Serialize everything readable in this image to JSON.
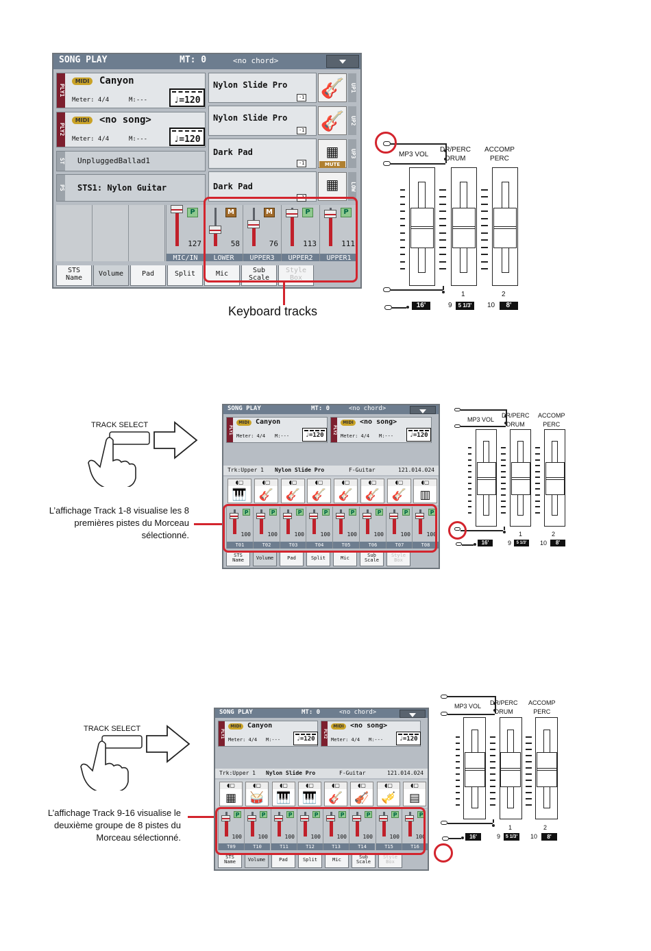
{
  "screen1": {
    "title": "SONG PLAY",
    "mt": "MT: 0",
    "chord": "<no chord>",
    "ply1": {
      "tag": "PLY1",
      "midi": "MIDI",
      "song": "Canyon",
      "meter": "Meter: 4/4",
      "m": "M:---",
      "tempo": "♩=120"
    },
    "ply2": {
      "tag": "PLY2",
      "midi": "MIDI",
      "song": "<no song>",
      "meter": "Meter: 4/4",
      "m": "M:---",
      "tempo": "♩=120"
    },
    "st": {
      "tag": "ST",
      "name": "UnpluggedBallad1"
    },
    "ps": {
      "tag": "PS",
      "name": "STS1: Nylon Guitar"
    },
    "sounds": [
      {
        "name": "Nylon Slide Pro",
        "oct": "-1",
        "tag": "UP1",
        "icon": "guitar-icon"
      },
      {
        "name": "Nylon Slide Pro",
        "oct": "-1",
        "tag": "UP2",
        "icon": "guitar-icon"
      },
      {
        "name": "Dark Pad",
        "oct": "-1",
        "tag": "UP3",
        "icon": "pad-icon",
        "mute": "MUTE"
      },
      {
        "name": "Dark Pad",
        "oct": "-1",
        "tag": "LOW",
        "icon": "pad-icon"
      }
    ],
    "channels": [
      {
        "name": "MIC/IN",
        "value": "127",
        "btn": "P",
        "level": 1.0
      },
      {
        "name": "LOWER",
        "value": "58",
        "btn": "M",
        "level": 0.46
      },
      {
        "name": "UPPER3",
        "value": "76",
        "btn": "M",
        "level": 0.6
      },
      {
        "name": "UPPER2",
        "value": "113",
        "btn": "P",
        "level": 0.89
      },
      {
        "name": "UPPER1",
        "value": "111",
        "btn": "P",
        "level": 0.87
      }
    ],
    "tabs": [
      "STS\nName",
      "Volume",
      "Pad",
      "Split",
      "Mic",
      "Sub\nScale",
      "Style\nBox"
    ]
  },
  "keyboard_tracks_label": "Keyboard tracks",
  "panel": {
    "mp3": "MP3 VOL",
    "drum": "DR/PERC\nDRUM",
    "accomp": "ACCOMP\nPERC",
    "n1": "1",
    "n2": "2",
    "n9": "9",
    "n10": "10",
    "b16": "16'",
    "b513": "5 1/3'",
    "b8": "8'"
  },
  "track_select": "TRACK SELECT",
  "screen2": {
    "title": "SONG PLAY",
    "mt": "MT: 0",
    "chord": "<no chord>",
    "ply1": {
      "tag": "PLY1",
      "midi": "MIDI",
      "song": "Canyon",
      "meter": "Meter: 4/4",
      "m": "M:---",
      "tempo": "♩=120"
    },
    "ply2": {
      "tag": "PLY2",
      "midi": "MIDI",
      "song": "<no song>",
      "meter": "Meter: 4/4",
      "m": "M:---",
      "tempo": "♩=120"
    },
    "trk": "Trk:Upper 1",
    "sound": "Nylon Slide Pro",
    "bank": "F-Guitar",
    "prog": "121.014.024",
    "tracks": [
      "T01",
      "T02",
      "T03",
      "T04",
      "T05",
      "T06",
      "T07",
      "T08"
    ],
    "value": "100",
    "tabs": [
      "STS\nName",
      "Volume",
      "Pad",
      "Split",
      "Mic",
      "Sub\nScale",
      "Style\nBox"
    ]
  },
  "caption2": "L’affichage Track 1-8 visualise les 8 premières pistes du Morceau sélectionné.",
  "screen3": {
    "title": "SONG PLAY",
    "mt": "MT: 0",
    "chord": "<no chord>",
    "ply1": {
      "tag": "PLY1",
      "midi": "MIDI",
      "song": "Canyon",
      "meter": "Meter: 4/4",
      "m": "M:---",
      "tempo": "♩=120"
    },
    "ply2": {
      "tag": "PLY2",
      "midi": "MIDI",
      "song": "<no song>",
      "meter": "Meter: 4/4",
      "m": "M:---",
      "tempo": "♩=120"
    },
    "trk": "Trk:Upper 1",
    "sound": "Nylon Slide Pro",
    "bank": "F-Guitar",
    "prog": "121.014.024",
    "tracks": [
      "T09",
      "T10",
      "T11",
      "T12",
      "T13",
      "T14",
      "T15",
      "T16"
    ],
    "value": "100",
    "tabs": [
      "STS\nName",
      "Volume",
      "Pad",
      "Split",
      "Mic",
      "Sub\nScale",
      "Style\nBox"
    ]
  },
  "caption3": "L’affichage Track 9-16 visualise le deuxième groupe de 8 pistes du Morceau sélectionné.",
  "colors": {
    "accent_red": "#d3242d",
    "title_bar": "#6d7d8f",
    "ply_tag": "#7d1f2e"
  }
}
